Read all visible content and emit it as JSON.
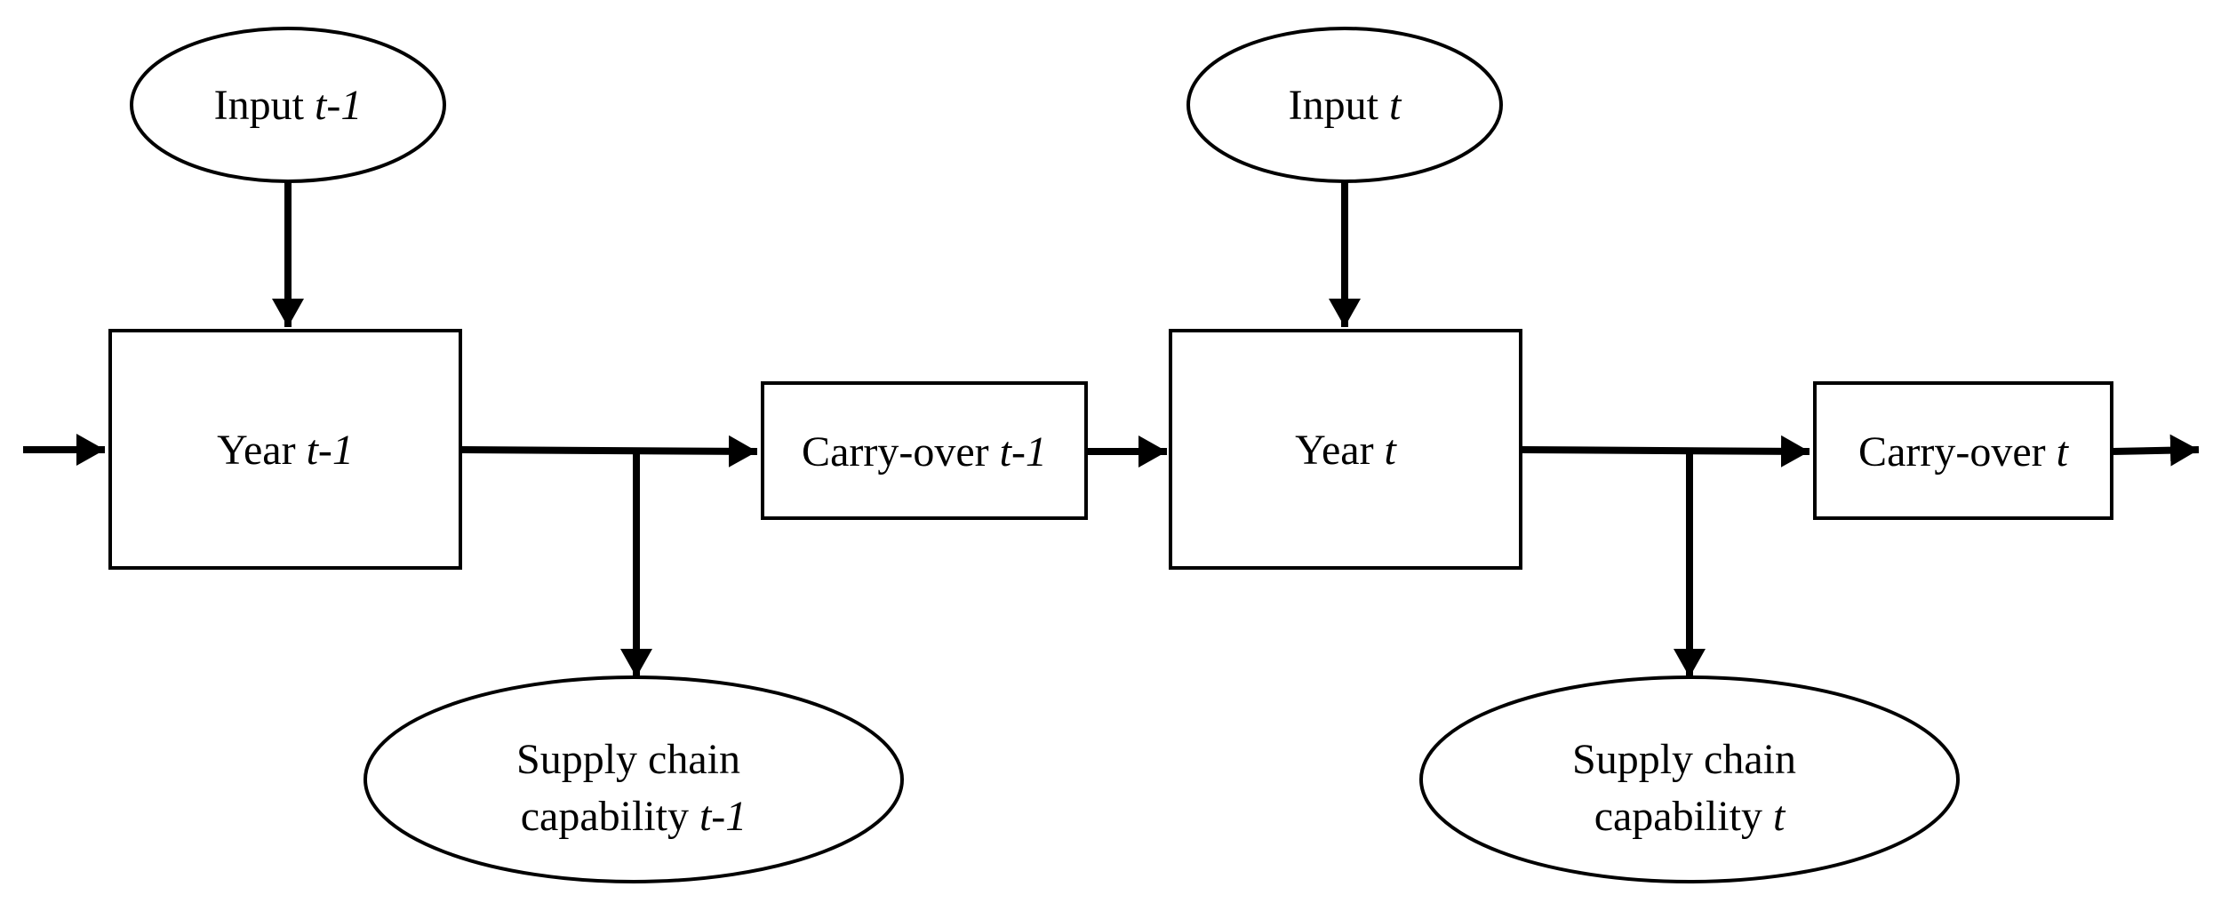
{
  "nodes": {
    "input_prev": {
      "text": "Input",
      "var": "t-1"
    },
    "input_curr": {
      "text": "Input",
      "var": "t"
    },
    "year_prev": {
      "text": "Year",
      "var": "t-1"
    },
    "year_curr": {
      "text": "Year",
      "var": "t"
    },
    "carry_prev": {
      "text": "Carry-over",
      "var": "t-1"
    },
    "carry_curr": {
      "text": "Carry-over",
      "var": "t"
    },
    "supply_prev": {
      "line1": "Supply chain",
      "line2": "capability",
      "var": "t-1"
    },
    "supply_curr": {
      "line1": "Supply chain",
      "line2": "capability",
      "var": "t"
    }
  },
  "edges": [
    {
      "from": "external-left",
      "to": "year_prev"
    },
    {
      "from": "input_prev",
      "to": "year_prev"
    },
    {
      "from": "year_prev",
      "to": "carry_prev"
    },
    {
      "from": "year_prev",
      "to": "supply_prev"
    },
    {
      "from": "carry_prev",
      "to": "year_curr"
    },
    {
      "from": "input_curr",
      "to": "year_curr"
    },
    {
      "from": "year_curr",
      "to": "carry_curr"
    },
    {
      "from": "year_curr",
      "to": "supply_curr"
    },
    {
      "from": "carry_curr",
      "to": "external-right"
    }
  ],
  "colors": {
    "stroke": "#000000",
    "fill": "#ffffff"
  }
}
